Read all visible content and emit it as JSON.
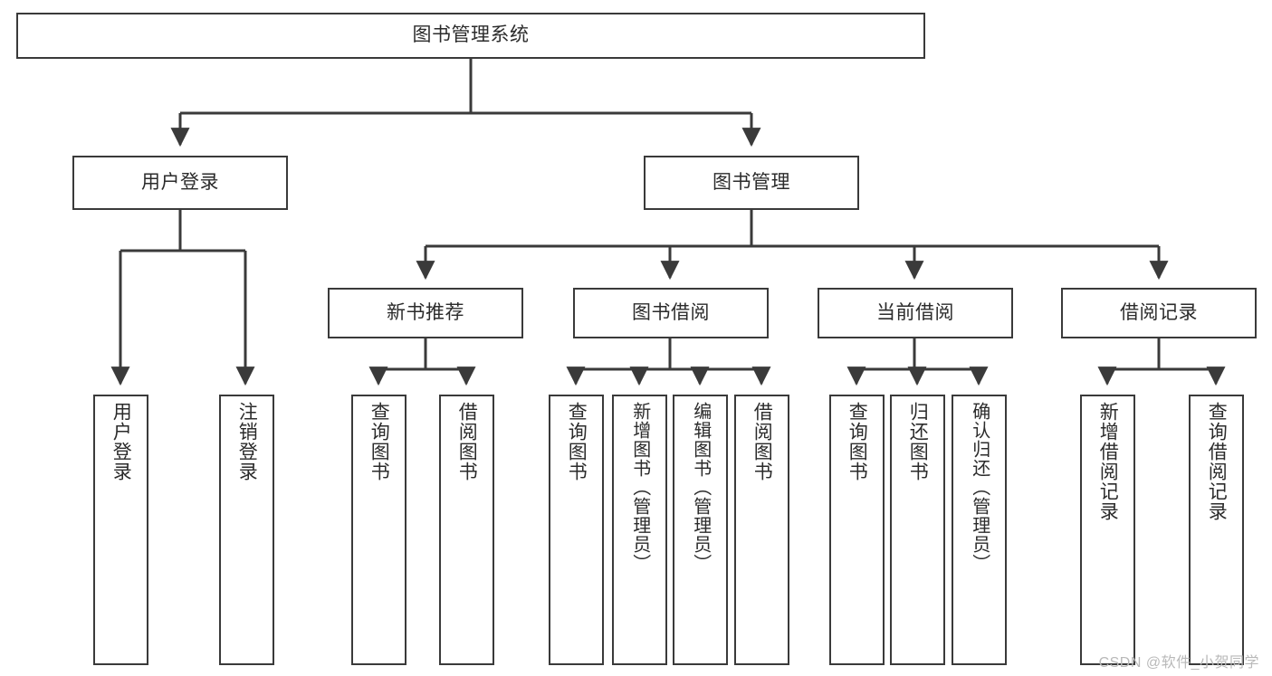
{
  "diagram": {
    "title": "图书管理系统",
    "type": "hierarchy-tree",
    "watermark": "CSDN @软件_小贺同学",
    "levels": [
      {
        "level": 1,
        "nodes": [
          {
            "id": "root",
            "label": "图书管理系统"
          }
        ]
      },
      {
        "level": 2,
        "nodes": [
          {
            "id": "user-login",
            "label": "用户登录",
            "parent": "root"
          },
          {
            "id": "book-manage",
            "label": "图书管理",
            "parent": "root"
          }
        ]
      },
      {
        "level": 3,
        "nodes": [
          {
            "id": "new-book-rec",
            "label": "新书推荐",
            "parent": "book-manage"
          },
          {
            "id": "book-borrow",
            "label": "图书借阅",
            "parent": "book-manage"
          },
          {
            "id": "current-borrow",
            "label": "当前借阅",
            "parent": "book-manage"
          },
          {
            "id": "borrow-record",
            "label": "借阅记录",
            "parent": "book-manage"
          }
        ]
      },
      {
        "level": 4,
        "nodes": [
          {
            "id": "leaf-1",
            "label": "用户登录",
            "parent": "user-login"
          },
          {
            "id": "leaf-2",
            "label": "注销登录",
            "parent": "user-login"
          },
          {
            "id": "leaf-3",
            "label": "查询图书",
            "parent": "new-book-rec"
          },
          {
            "id": "leaf-4",
            "label": "借阅图书",
            "parent": "new-book-rec"
          },
          {
            "id": "leaf-5",
            "label": "查询图书",
            "parent": "book-borrow"
          },
          {
            "id": "leaf-6",
            "label": "新增图书（管理员）",
            "parent": "book-borrow"
          },
          {
            "id": "leaf-7",
            "label": "编辑图书（管理员）",
            "parent": "book-borrow"
          },
          {
            "id": "leaf-8",
            "label": "借阅图书",
            "parent": "book-borrow"
          },
          {
            "id": "leaf-9",
            "label": "查询图书",
            "parent": "current-borrow"
          },
          {
            "id": "leaf-10",
            "label": "归还图书",
            "parent": "current-borrow"
          },
          {
            "id": "leaf-11",
            "label": "确认归还（管理员）",
            "parent": "current-borrow"
          },
          {
            "id": "leaf-12",
            "label": "新增借阅记录",
            "parent": "borrow-record"
          },
          {
            "id": "leaf-13",
            "label": "查询借阅记录",
            "parent": "borrow-record"
          }
        ]
      }
    ],
    "colors": {
      "stroke": "#3a3a3a",
      "fill": "#ffffff",
      "text": "#2b2b2b",
      "watermark": "#b9b9b9"
    }
  }
}
